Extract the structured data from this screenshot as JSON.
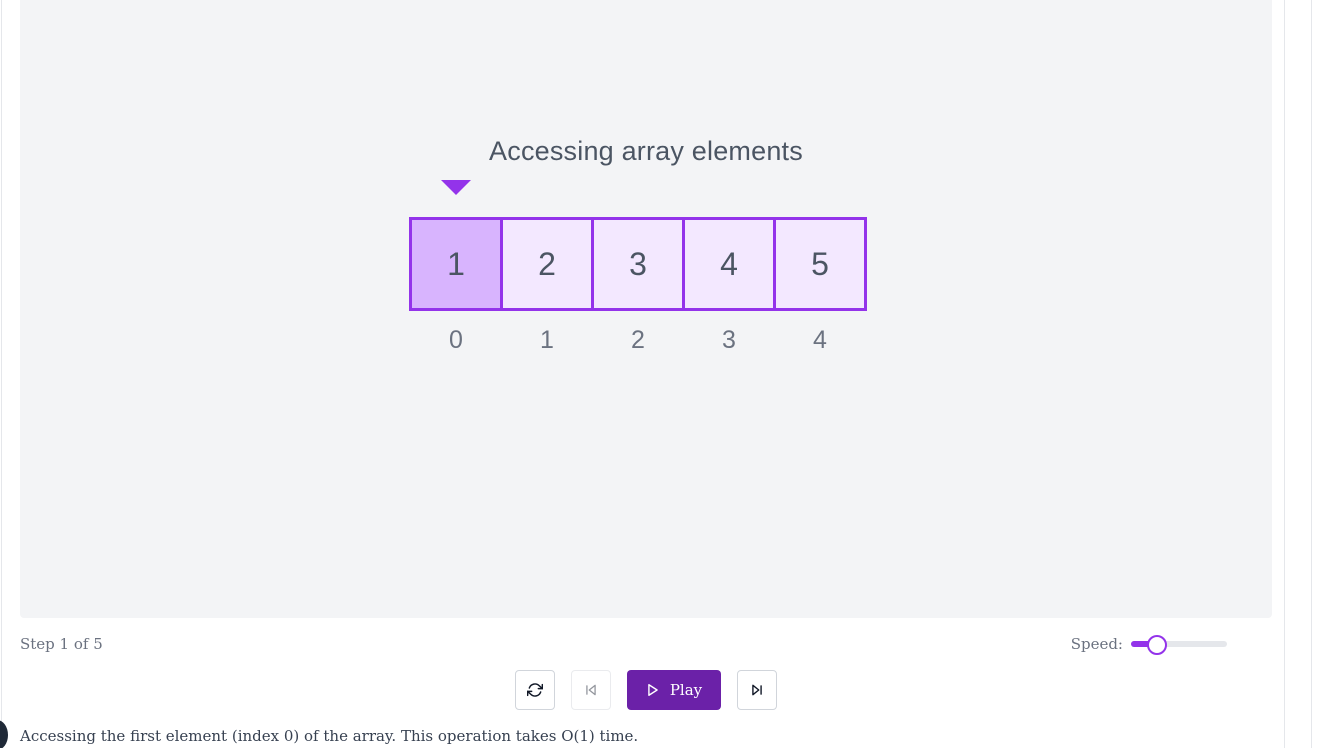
{
  "visualization": {
    "title": "Accessing array elements",
    "array": [
      {
        "value": "1",
        "index": "0",
        "active": true
      },
      {
        "value": "2",
        "index": "1",
        "active": false
      },
      {
        "value": "3",
        "index": "2",
        "active": false
      },
      {
        "value": "4",
        "index": "3",
        "active": false
      },
      {
        "value": "5",
        "index": "4",
        "active": false
      }
    ],
    "pointer_index": 0
  },
  "status": {
    "step_text": "Step 1 of 5"
  },
  "speed": {
    "label": "Speed:",
    "value": 0.26
  },
  "controls": {
    "reset_icon": "refresh-icon",
    "prev_icon": "skip-back-icon",
    "play_label": "Play",
    "play_icon": "play-icon",
    "next_icon": "skip-forward-icon",
    "prev_disabled": true
  },
  "description": "Accessing the first element (index 0) of the array. This operation takes O(1) time.",
  "colors": {
    "accent": "#9333ea",
    "play_button": "#6b21a8",
    "cell_fill": "#f3e8ff",
    "cell_active_fill": "#d8b4fe",
    "canvas_bg": "#f3f4f6"
  }
}
